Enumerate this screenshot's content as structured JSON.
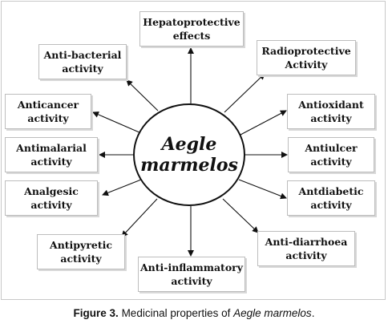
{
  "diagram": {
    "center": {
      "line1": "Aegle",
      "line2": "marmelos"
    },
    "nodes": {
      "hepatoprotective": {
        "line1": "Hepatoprotective",
        "line2": "effects"
      },
      "radioprotective": {
        "line1": "Radioprotective",
        "line2": "Activity"
      },
      "antioxidant": {
        "line1": "Antioxidant",
        "line2": "activity"
      },
      "antiulcer": {
        "line1": "Antiulcer",
        "line2": "activity"
      },
      "antidiabetic": {
        "line1": "Antdiabetic",
        "line2": "activity"
      },
      "antidiarrhoea": {
        "line1": "Anti-diarrhoea",
        "line2": "activity"
      },
      "antiinflammatory": {
        "line1": "Anti-inflammatory",
        "line2": "activity"
      },
      "antipyretic": {
        "line1": "Antipyretic",
        "line2": "activity"
      },
      "analgesic": {
        "line1": "Analgesic",
        "line2": "activity"
      },
      "antimalarial": {
        "line1": "Antimalarial",
        "line2": "activity"
      },
      "anticancer": {
        "line1": "Anticancer",
        "line2": "activity"
      },
      "antibacterial": {
        "line1": "Anti-bacterial",
        "line2": "activity"
      }
    }
  },
  "caption": {
    "label": "Figure 3.",
    "text": " Medicinal properties of ",
    "species": "Aegle marmelos",
    "end": "."
  }
}
